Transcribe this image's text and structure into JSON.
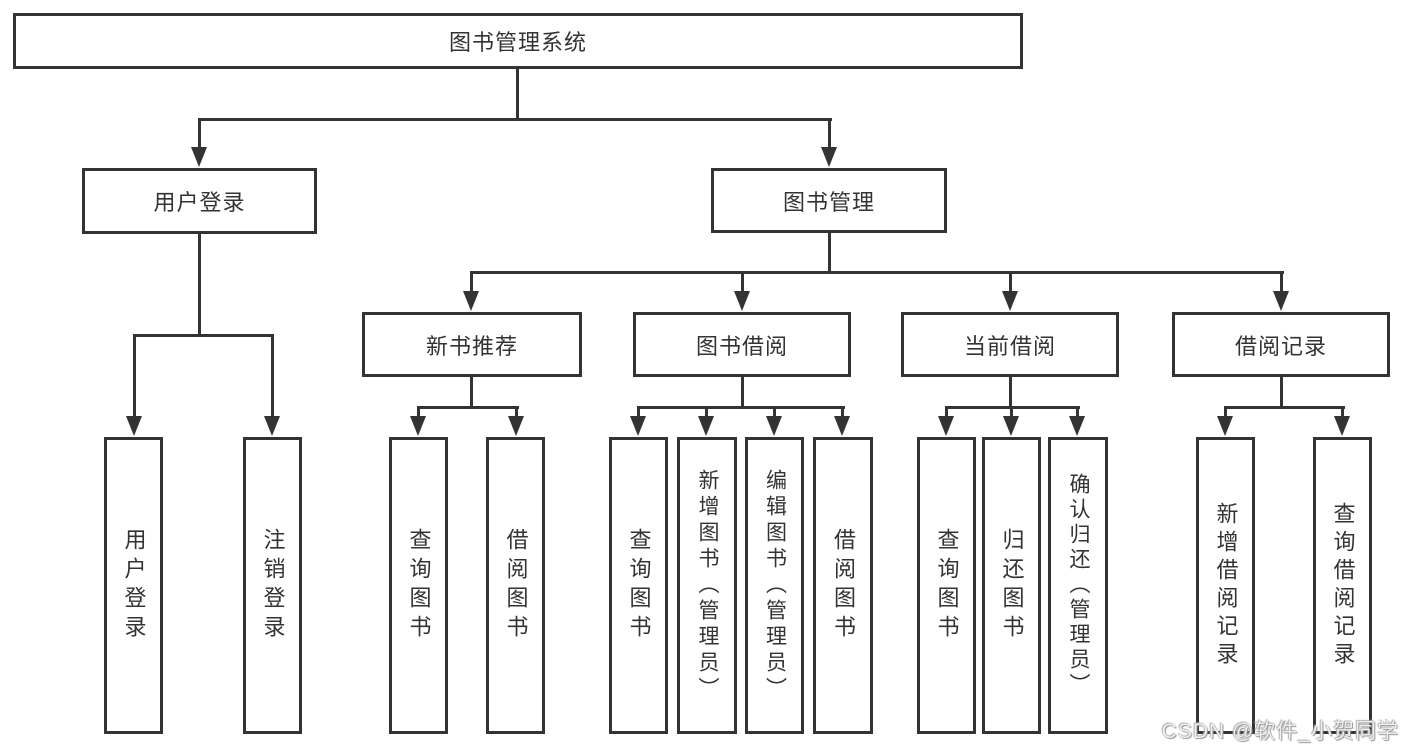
{
  "diagram": {
    "colors": {
      "line": "#333333",
      "box_border": "#333333",
      "box_background": "#ffffff",
      "text": "#333333",
      "watermark": "#f0f0f0"
    },
    "tree": {
      "root": "图书管理系统",
      "level2": [
        {
          "label": "用户登录",
          "leaves": [
            "用户登录",
            "注销登录"
          ]
        },
        {
          "label": "图书管理",
          "groups": [
            {
              "label": "新书推荐",
              "leaves": [
                "查询图书",
                "借阅图书"
              ]
            },
            {
              "label": "图书借阅",
              "leaves": [
                "查询图书",
                "新增图书（管理员）",
                "编辑图书（管理员）",
                "借阅图书"
              ]
            },
            {
              "label": "当前借阅",
              "leaves": [
                "查询图书",
                "归还图书",
                "确认归还（管理员）"
              ]
            },
            {
              "label": "借阅记录",
              "leaves": [
                "新增借阅记录",
                "查询借阅记录"
              ]
            }
          ]
        }
      ]
    },
    "watermark": {
      "text": "CSDN @软件_小贺同学"
    }
  }
}
